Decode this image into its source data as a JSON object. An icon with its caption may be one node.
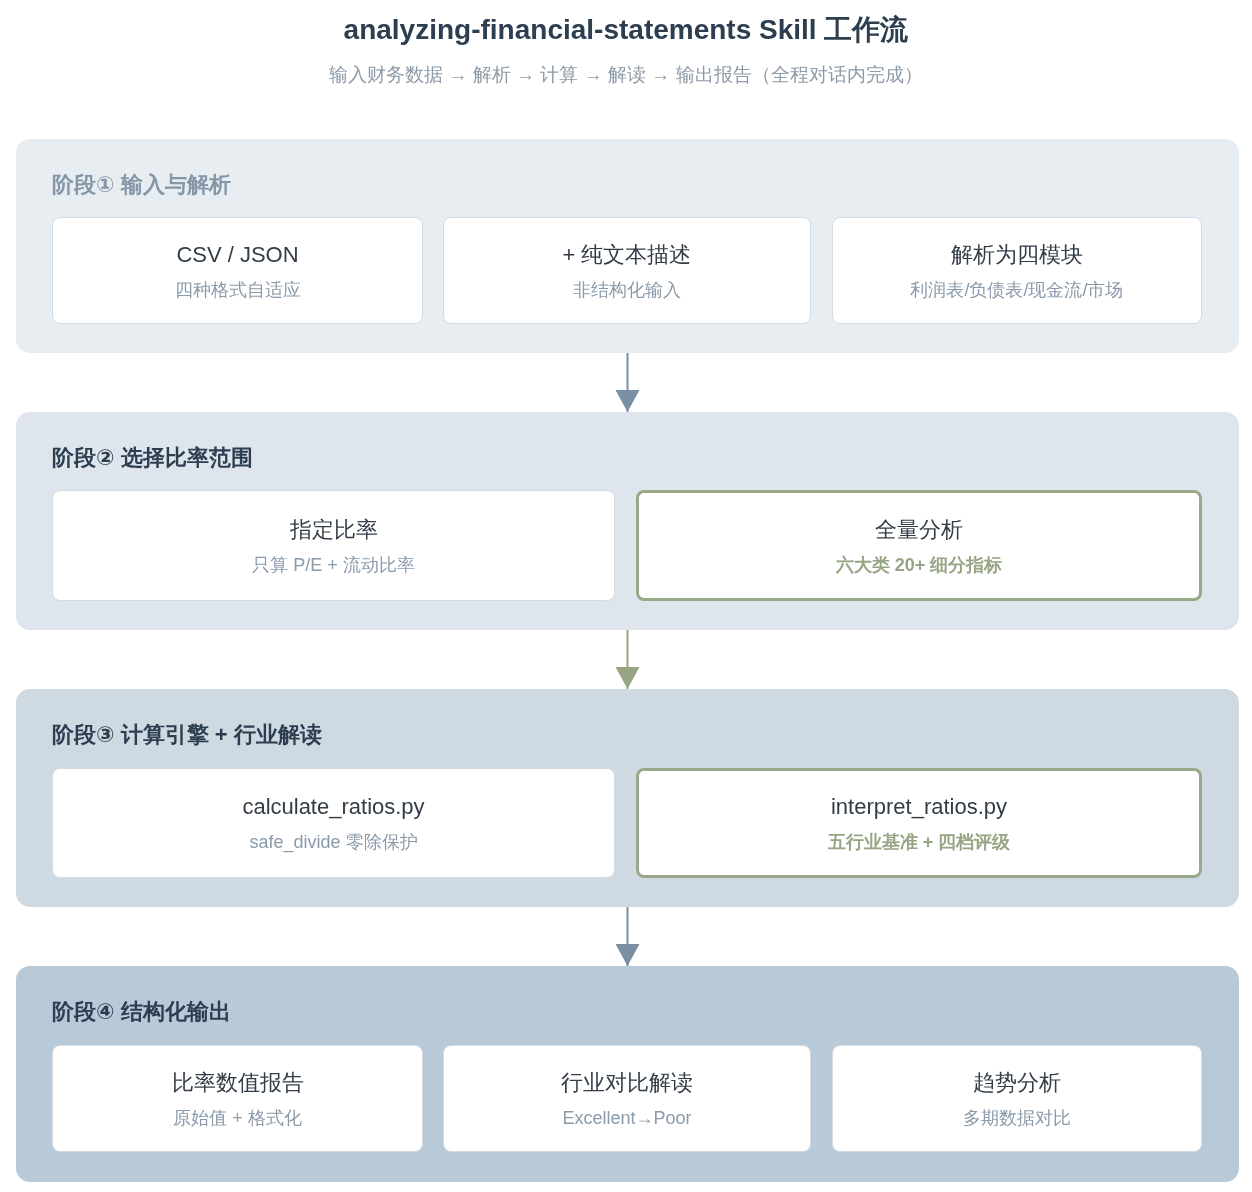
{
  "diagram": {
    "title": "analyzing-financial-statements Skill 工作流",
    "caption": "输入财务数据 → 解析 → 计算 → 解读 → 输出报告（全程对话内完成）",
    "nodes": [
      {
        "text": [
          "阶段① 输入与解析"
        ]
      },
      {
        "text": [
          "CSV / JSON",
          "四种格式自适应"
        ],
        "in": 0
      },
      {
        "text": [
          "+ 纯文本描述",
          "非结构化输入"
        ],
        "in": 0
      },
      {
        "text": [
          "解析为四模块",
          "利润表/负债表/现金流/市场"
        ],
        "in": 0
      },
      {
        "text": [
          "阶段② 选择比率范围"
        ]
      },
      {
        "text": [
          "指定比率",
          "只算 P/E + 流动比率"
        ],
        "in": 4
      },
      {
        "text": [
          "全量分析",
          "六大类 20+ 细分指标"
        ],
        "in": 4
      },
      {
        "text": [
          "阶段③ 计算引擎 + 行业解读"
        ]
      },
      {
        "text": [
          "calculate_ratios.py",
          "safe_divide 零除保护"
        ],
        "in": 7
      },
      {
        "text": [
          "interpret_ratios.py",
          "五行业基准 + 四档评级"
        ],
        "in": 7
      },
      {
        "text": [
          "阶段④ 结构化输出"
        ]
      },
      {
        "text": [
          "比率数值报告",
          "原始值 + 格式化"
        ],
        "in": 10
      },
      {
        "text": [
          "行业对比解读",
          "Excellent→Poor"
        ],
        "in": 10
      },
      {
        "text": [
          "趋势分析",
          "多期数据对比"
        ],
        "in": 10
      }
    ],
    "edges": [
      {
        "from": 0,
        "to": 4,
        "arrow": "to"
      },
      {
        "from": 4,
        "to": 7,
        "arrow": "to",
        "color": "#97a585"
      },
      {
        "from": 7,
        "to": 10,
        "arrow": "to"
      }
    ]
  }
}
